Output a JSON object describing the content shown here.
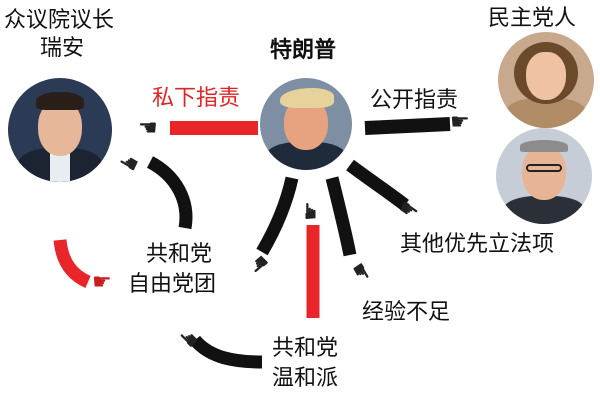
{
  "nodes": {
    "center": {
      "name": "特朗普"
    },
    "ryan": {
      "line1": "众议院议长",
      "line2": "瑞安"
    },
    "democrats": {
      "name": "民主党人"
    },
    "freedom_caucus": {
      "line1": "共和党",
      "line2": "自由党团"
    },
    "moderates": {
      "line1": "共和党",
      "line2": "温和派"
    },
    "inexperience": {
      "name": "经验不足"
    },
    "other_priorities": {
      "name": "其他优先立法项"
    }
  },
  "edges": {
    "private_blame": "私下指责",
    "public_blame": "公开指责"
  },
  "colors": {
    "red_link": "#e8262a",
    "black_link": "#111111"
  },
  "icons": {
    "pointer": "pointing-hand-icon"
  }
}
